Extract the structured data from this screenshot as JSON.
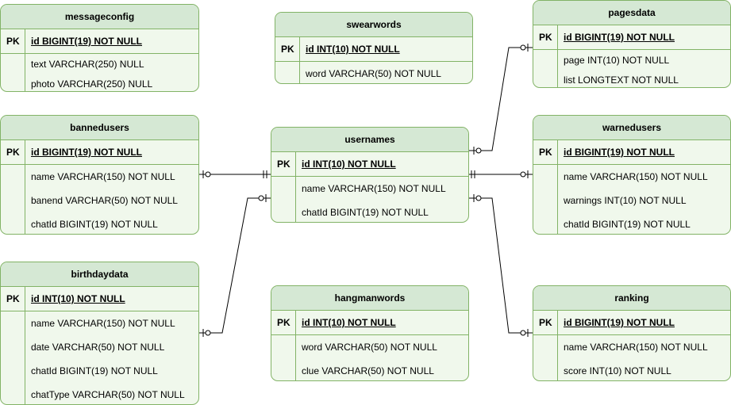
{
  "colors": {
    "header_fill": "#d5e8d4",
    "body_fill": "#f0f8ec",
    "border": "#82b366",
    "line": "#000000"
  },
  "entities": {
    "messageconfig": {
      "name": "messageconfig",
      "pk_label": "PK",
      "pk_field": "id BIGINT(19) NOT NULL",
      "fields": [
        "text VARCHAR(250) NULL",
        "photo VARCHAR(250) NULL"
      ]
    },
    "swearwords": {
      "name": "swearwords",
      "pk_label": "PK",
      "pk_field": "id INT(10) NOT NULL",
      "fields": [
        "word VARCHAR(50) NOT NULL"
      ]
    },
    "pagesdata": {
      "name": "pagesdata",
      "pk_label": "PK",
      "pk_field": "id BIGINT(19) NOT NULL",
      "fields": [
        "page INT(10) NOT NULL",
        "list LONGTEXT NOT NULL"
      ]
    },
    "bannedusers": {
      "name": "bannedusers",
      "pk_label": "PK",
      "pk_field": "id BIGINT(19) NOT NULL",
      "fields": [
        "name VARCHAR(150) NOT NULL",
        "banend VARCHAR(50) NOT NULL",
        "chatId BIGINT(19) NOT NULL"
      ]
    },
    "usernames": {
      "name": "usernames",
      "pk_label": "PK",
      "pk_field": "id INT(10) NOT NULL",
      "fields": [
        "name VARCHAR(150) NOT NULL",
        "chatId BIGINT(19) NOT NULL"
      ]
    },
    "warnedusers": {
      "name": "warnedusers",
      "pk_label": "PK",
      "pk_field": "id BIGINT(19) NOT NULL",
      "fields": [
        "name VARCHAR(150) NOT NULL",
        "warnings INT(10) NOT NULL",
        "chatId BIGINT(19) NOT NULL"
      ]
    },
    "birthdaydata": {
      "name": "birthdaydata",
      "pk_label": "PK",
      "pk_field": "id INT(10) NOT NULL",
      "fields": [
        "name VARCHAR(150) NOT NULL",
        "date VARCHAR(50) NOT NULL",
        "chatId BIGINT(19) NOT NULL",
        "chatType VARCHAR(50) NOT NULL"
      ]
    },
    "hangmanwords": {
      "name": "hangmanwords",
      "pk_label": "PK",
      "pk_field": "id INT(10) NOT NULL",
      "fields": [
        "word VARCHAR(50) NOT NULL",
        "clue VARCHAR(50) NOT NULL"
      ]
    },
    "ranking": {
      "name": "ranking",
      "pk_label": "PK",
      "pk_field": "id BIGINT(19) NOT NULL",
      "fields": [
        "name VARCHAR(150) NOT NULL",
        "score INT(10) NOT NULL"
      ]
    }
  },
  "relationships": [
    {
      "from": "usernames",
      "to": "pagesdata",
      "from_end": "zero-or-one",
      "to_end": "zero-or-one"
    },
    {
      "from": "usernames",
      "to": "bannedusers",
      "from_end": "exactly-one",
      "to_end": "zero-or-one"
    },
    {
      "from": "usernames",
      "to": "birthdaydata",
      "from_end": "zero-or-one",
      "to_end": "zero-or-one"
    },
    {
      "from": "usernames",
      "to": "warnedusers",
      "from_end": "exactly-one",
      "to_end": "zero-or-one"
    },
    {
      "from": "usernames",
      "to": "ranking",
      "from_end": "zero-or-one",
      "to_end": "zero-or-one"
    }
  ]
}
